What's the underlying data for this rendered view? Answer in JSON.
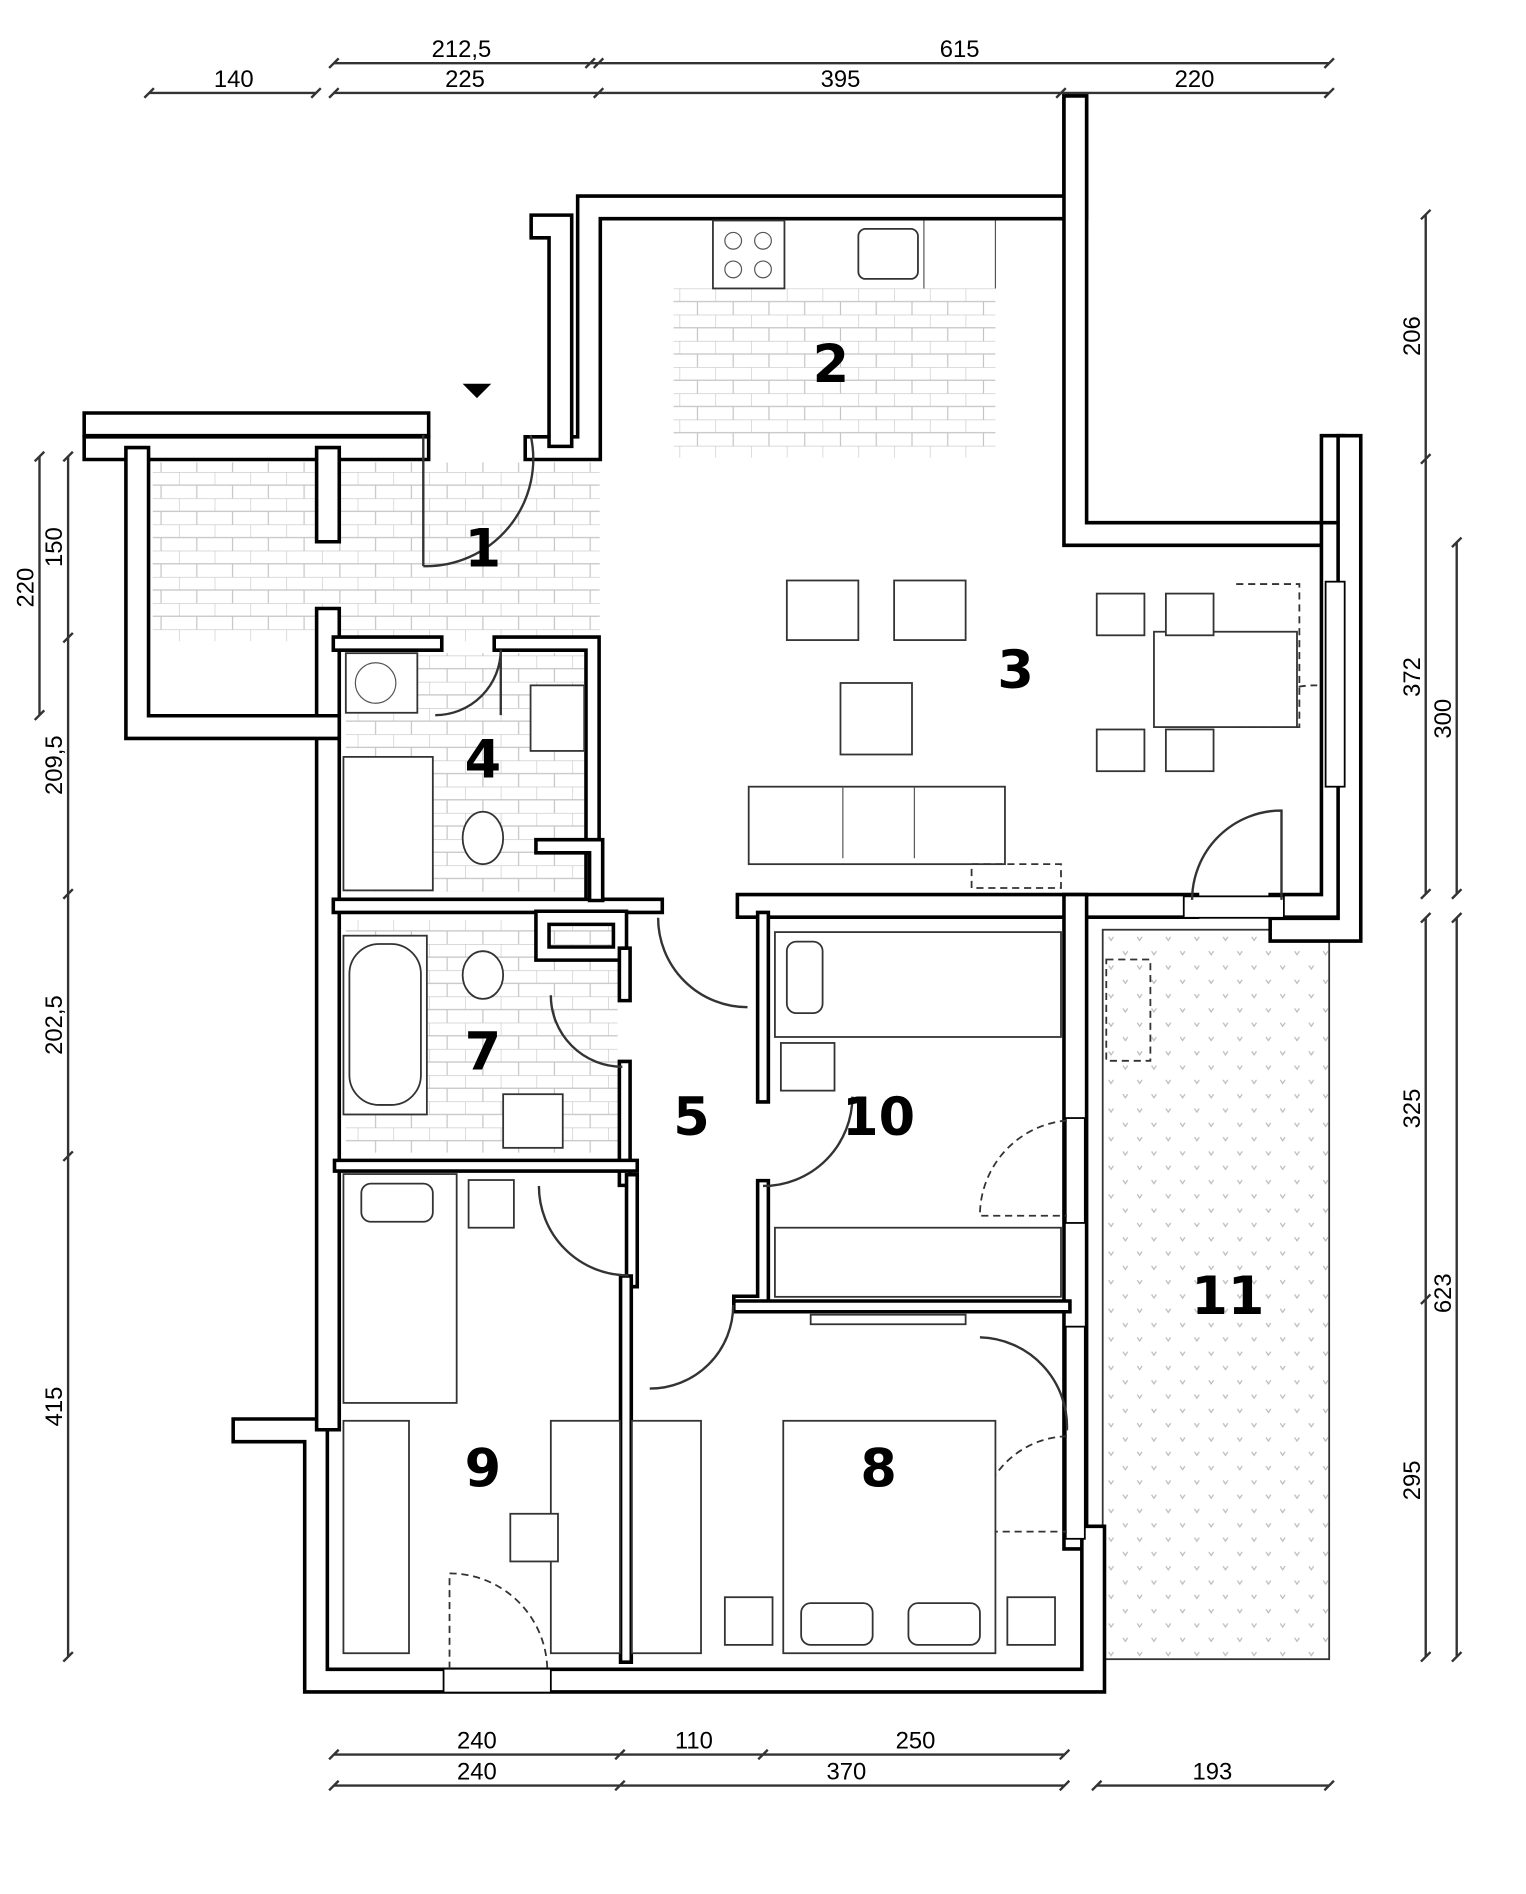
{
  "rooms": {
    "r1": "1",
    "r2": "2",
    "r3": "3",
    "r4": "4",
    "r5": "5",
    "r7": "7",
    "r8": "8",
    "r9": "9",
    "r10": "10",
    "r11": "11"
  },
  "dimensions": {
    "top": {
      "row1": [
        "212,5",
        "615"
      ],
      "row2": [
        "140",
        "225",
        "395",
        "220"
      ]
    },
    "left": {
      "outer": [
        "220"
      ],
      "inner": [
        "150",
        "209,5",
        "202,5",
        "415"
      ]
    },
    "right": {
      "inner": [
        "206",
        "372",
        "325",
        "295"
      ],
      "outer": [
        "300",
        "623"
      ]
    },
    "bottom": {
      "row1": [
        "240",
        "110",
        "250"
      ],
      "row2": [
        "240",
        "370",
        "193"
      ]
    }
  },
  "colors": {
    "wall": "#000000",
    "tile": "#bdbdbd"
  }
}
